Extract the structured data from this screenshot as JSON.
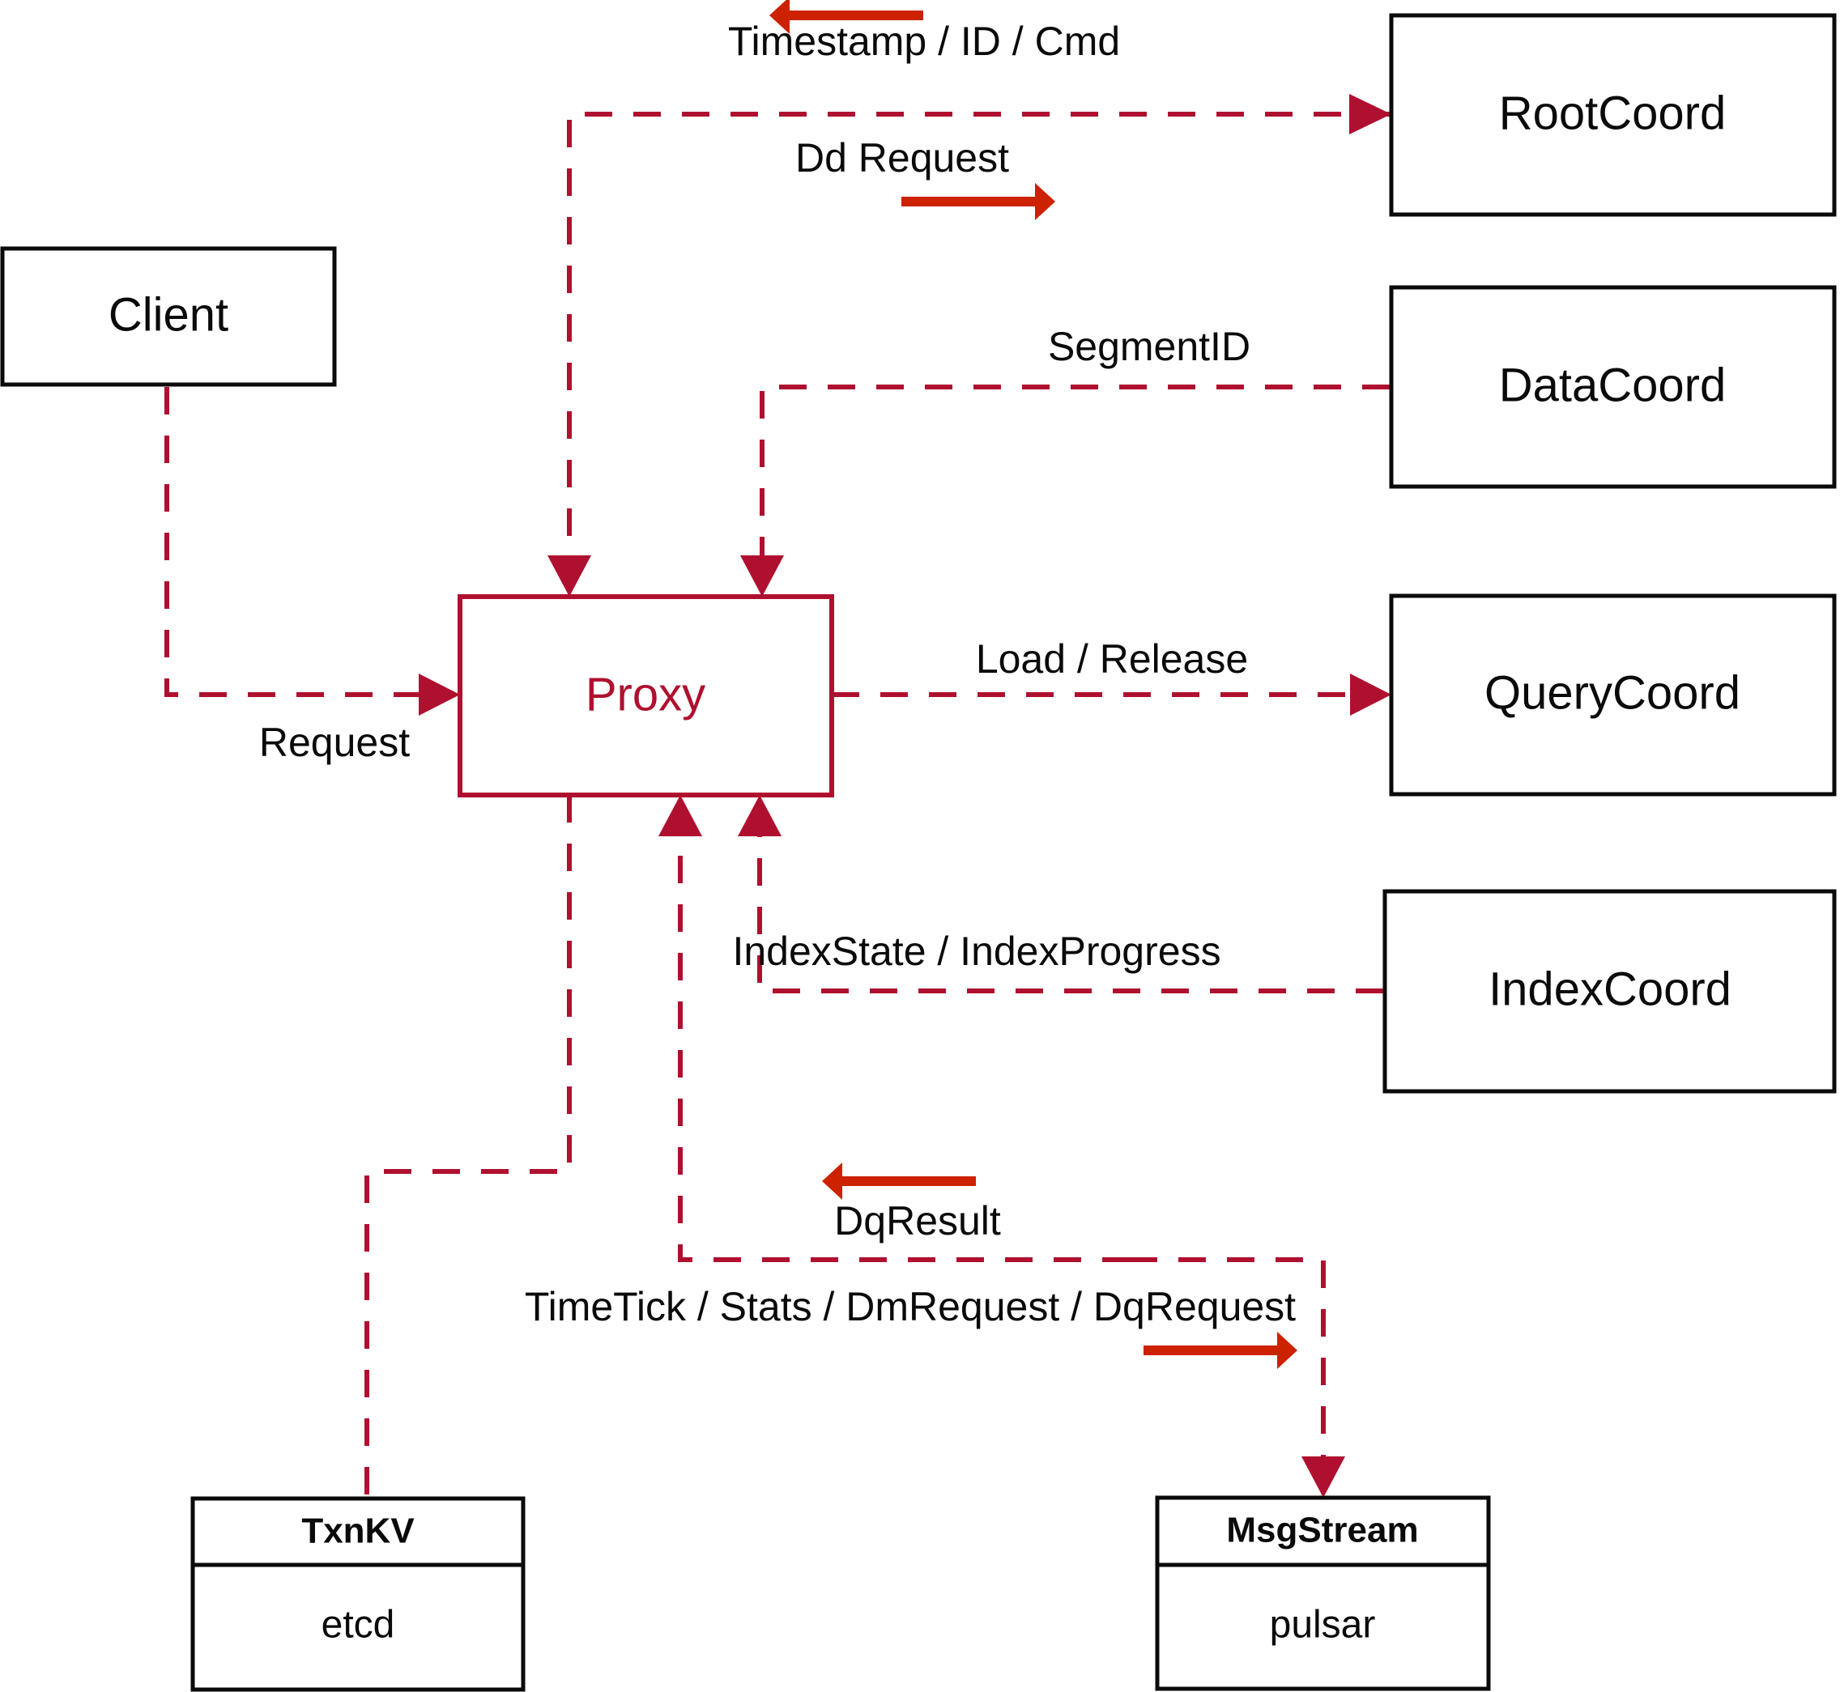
{
  "diagram": {
    "title": "Proxy component interaction diagram",
    "colors": {
      "dashed_flow": "#b0102f",
      "solid_arrow": "#cc2200",
      "node_border": "#0a0a0a",
      "proxy_border": "#b0102f",
      "background": "#ffffff"
    }
  },
  "nodes": {
    "client": {
      "label": "Client"
    },
    "proxy": {
      "label": "Proxy"
    },
    "root_coord": {
      "label": "RootCoord"
    },
    "data_coord": {
      "label": "DataCoord"
    },
    "query_coord": {
      "label": "QueryCoord"
    },
    "index_coord": {
      "label": "IndexCoord"
    },
    "txnkv": {
      "title": "TxnKV",
      "impl": "etcd"
    },
    "msgstream": {
      "title": "MsgStream",
      "impl": "pulsar"
    }
  },
  "edges": {
    "timestamp_id_cmd": {
      "label": "Timestamp / ID / Cmd",
      "direction": "left"
    },
    "dd_request": {
      "label": "Dd Request",
      "direction": "right"
    },
    "segment_id": {
      "label": "SegmentID",
      "direction": "left"
    },
    "load_release": {
      "label": "Load / Release",
      "direction": "right"
    },
    "index_state_progress": {
      "label": "IndexState / IndexProgress",
      "direction": "left"
    },
    "request": {
      "label": "Request",
      "direction": "right"
    },
    "dq_result": {
      "label": "DqResult",
      "direction": "left"
    },
    "timetick_stats": {
      "label": "TimeTick / Stats / DmRequest / DqRequest",
      "direction": "right"
    }
  }
}
